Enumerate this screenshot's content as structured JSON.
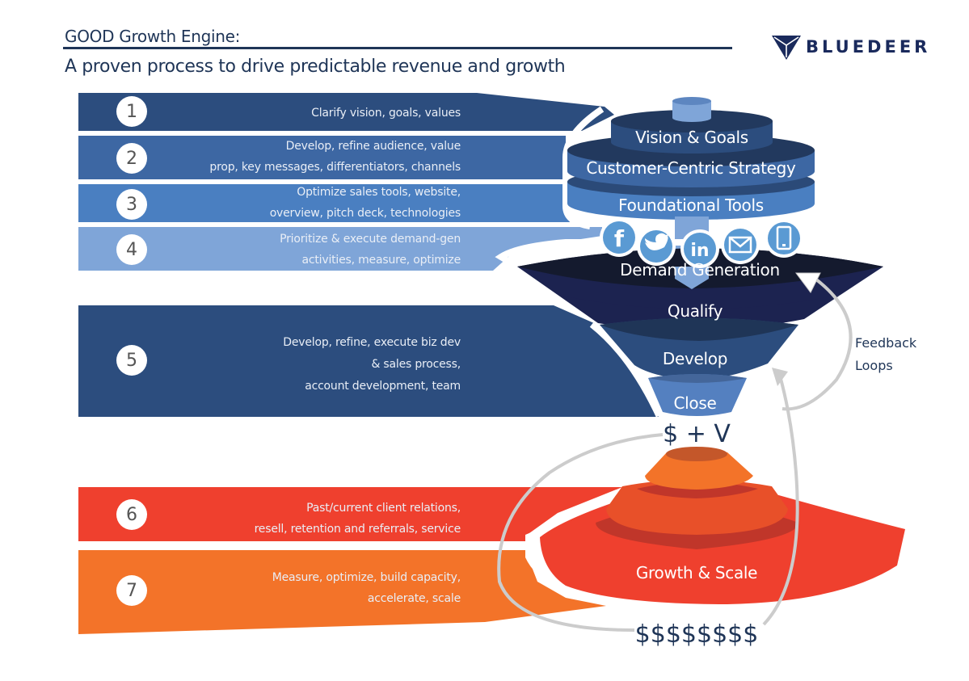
{
  "header": {
    "title": "GOOD Growth Engine:",
    "subtitle": "A proven process to drive predictable revenue and growth"
  },
  "logo": {
    "name": "BLUEDEER",
    "icon": "deer-triangle-icon",
    "color": "#1a2a5c"
  },
  "steps": [
    {
      "number": "1",
      "text_lines": [
        "Clarify vision, goals, values"
      ],
      "color": "#2c4d7e"
    },
    {
      "number": "2",
      "text_lines": [
        "Develop, refine audience, value",
        "prop, key messages, differentiators, channels"
      ],
      "color": "#3d67a3"
    },
    {
      "number": "3",
      "text_lines": [
        "Optimize sales tools, website,",
        "overview, pitch deck, technologies"
      ],
      "color": "#4a7fc1"
    },
    {
      "number": "4",
      "text_lines": [
        "Prioritize & execute demand-gen",
        "activities, measure, optimize"
      ],
      "color": "#7fa5d8"
    },
    {
      "number": "5",
      "text_lines": [
        "Develop, refine, execute biz dev",
        "& sales  process,",
        "account development, team"
      ],
      "color": "#2c4d7e"
    },
    {
      "number": "6",
      "text_lines": [
        "Past/current client relations,",
        "resell, retention and referrals, service"
      ],
      "color": "#ef402e"
    },
    {
      "number": "7",
      "text_lines": [
        "Measure, optimize, build capacity,",
        "accelerate, scale"
      ],
      "color": "#f37329"
    }
  ],
  "funnel": {
    "stages": [
      {
        "label": "Vision & Goals"
      },
      {
        "label": "Customer-Centric Strategy"
      },
      {
        "label": "Foundational Tools"
      },
      {
        "label": "Demand Generation"
      },
      {
        "label": "Qualify"
      },
      {
        "label": "Develop"
      },
      {
        "label": "Close"
      }
    ],
    "channel_icons": [
      "facebook-icon",
      "twitter-icon",
      "linkedin-icon",
      "email-icon",
      "mobile-phone-icon"
    ],
    "output_label": "$ + V",
    "growth_label": "Growth & Scale",
    "final_output": "$$$$$$$$",
    "feedback_label_lines": [
      "Feedback",
      "Loops"
    ]
  },
  "colors": {
    "navy": "#1f3557",
    "dark_blue": "#2c4d7e",
    "mid_blue": "#3d67a3",
    "blue": "#4a7fc1",
    "light_blue": "#7fa5d8",
    "demand_dark": "#141a2e",
    "red": "#ef402e",
    "orange": "#f37329",
    "loop_gray": "#cccccc"
  }
}
